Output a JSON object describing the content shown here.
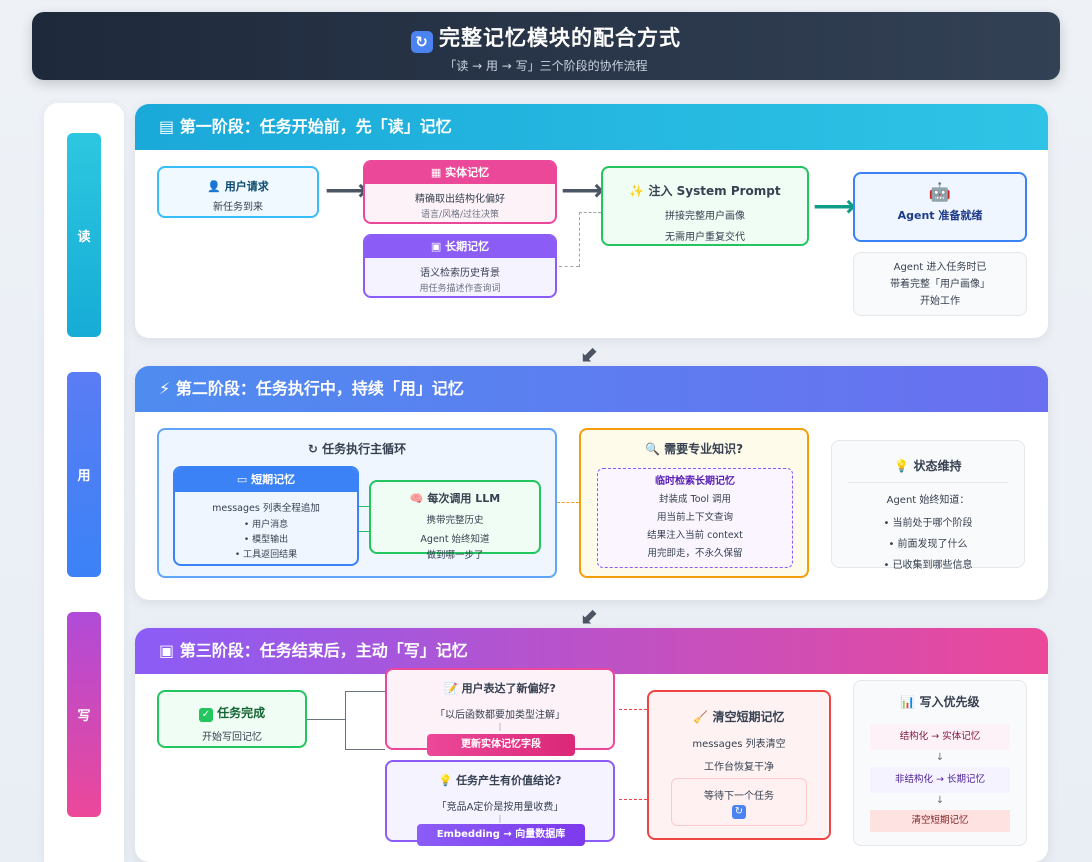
{
  "header": {
    "title": "完整记忆模块的配合方式",
    "subtitle": "「读 → 用 → 写」三个阶段的协作流程"
  },
  "sidebar": {
    "read": "读",
    "use": "用",
    "write": "写"
  },
  "stage1": {
    "title": "第一阶段：任务开始前，先「读」记忆",
    "user_request": {
      "title": "用户请求",
      "text": "新任务到来"
    },
    "entity_memory": {
      "title": "实体记忆",
      "line1": "精确取出结构化偏好",
      "line2": "语言/风格/过往决策"
    },
    "long_memory": {
      "title": "长期记忆",
      "line1": "语义检索历史背景",
      "line2": "用任务描述作查询词"
    },
    "inject": {
      "title": "注入 System Prompt",
      "line1": "拼接完整用户画像",
      "line2": "无需用户重复交代"
    },
    "agent": {
      "title": "Agent 准备就绪"
    },
    "agent_note": {
      "line1": "Agent 进入任务时已",
      "line2": "带着完整「用户画像」",
      "line3": "开始工作"
    }
  },
  "stage2": {
    "title": "第二阶段：任务执行中，持续「用」记忆",
    "loop_title": "任务执行主循环",
    "short_memory": {
      "title": "短期记忆",
      "line1": "messages 列表全程追加",
      "items": [
        "• 用户消息",
        "• 模型输出",
        "• 工具返回结果"
      ]
    },
    "llm": {
      "title": "每次调用 LLM",
      "line1": "携带完整历史",
      "line2": "Agent 始终知道",
      "line3": "做到哪一步了"
    },
    "expert": {
      "title": "需要专业知识?",
      "inner_title": "临时检索长期记忆",
      "lines": [
        "封装成 Tool 调用",
        "用当前上下文查询",
        "结果注入当前 context",
        "用完即走，不永久保留"
      ]
    },
    "state": {
      "title": "状态维持",
      "line1": "Agent 始终知道：",
      "items": [
        "• 当前处于哪个阶段",
        "• 前面发现了什么",
        "• 已收集到哪些信息"
      ]
    }
  },
  "stage3": {
    "title": "第三阶段：任务结束后，主动「写」记忆",
    "task_done": {
      "title": "任务完成",
      "text": "开始写回记忆"
    },
    "new_pref": {
      "title": "用户表达了新偏好?",
      "quote": "「以后函数都要加类型注解」",
      "action": "更新实体记忆字段"
    },
    "conclusion": {
      "title": "任务产生有价值结论?",
      "quote": "「竞品A定价是按用量收费」",
      "action": "Embedding → 向量数据库"
    },
    "clear": {
      "title": "清空短期记忆",
      "line1": "messages 列表清空",
      "line2": "工作台恢复干净",
      "wait": "等待下一个任务"
    },
    "priority": {
      "title": "写入优先级",
      "items": [
        "结构化 → 实体记忆",
        "非结构化 → 长期记忆",
        "清空短期记忆"
      ],
      "down": "↓"
    }
  },
  "colors": {
    "read": "#1aa9d9",
    "use": "#4f8cf0",
    "write": "#ec4899",
    "entity": "#ec4899",
    "long": "#8b5cf6",
    "inject": "#22c55e",
    "agent": "#3b82f6"
  }
}
